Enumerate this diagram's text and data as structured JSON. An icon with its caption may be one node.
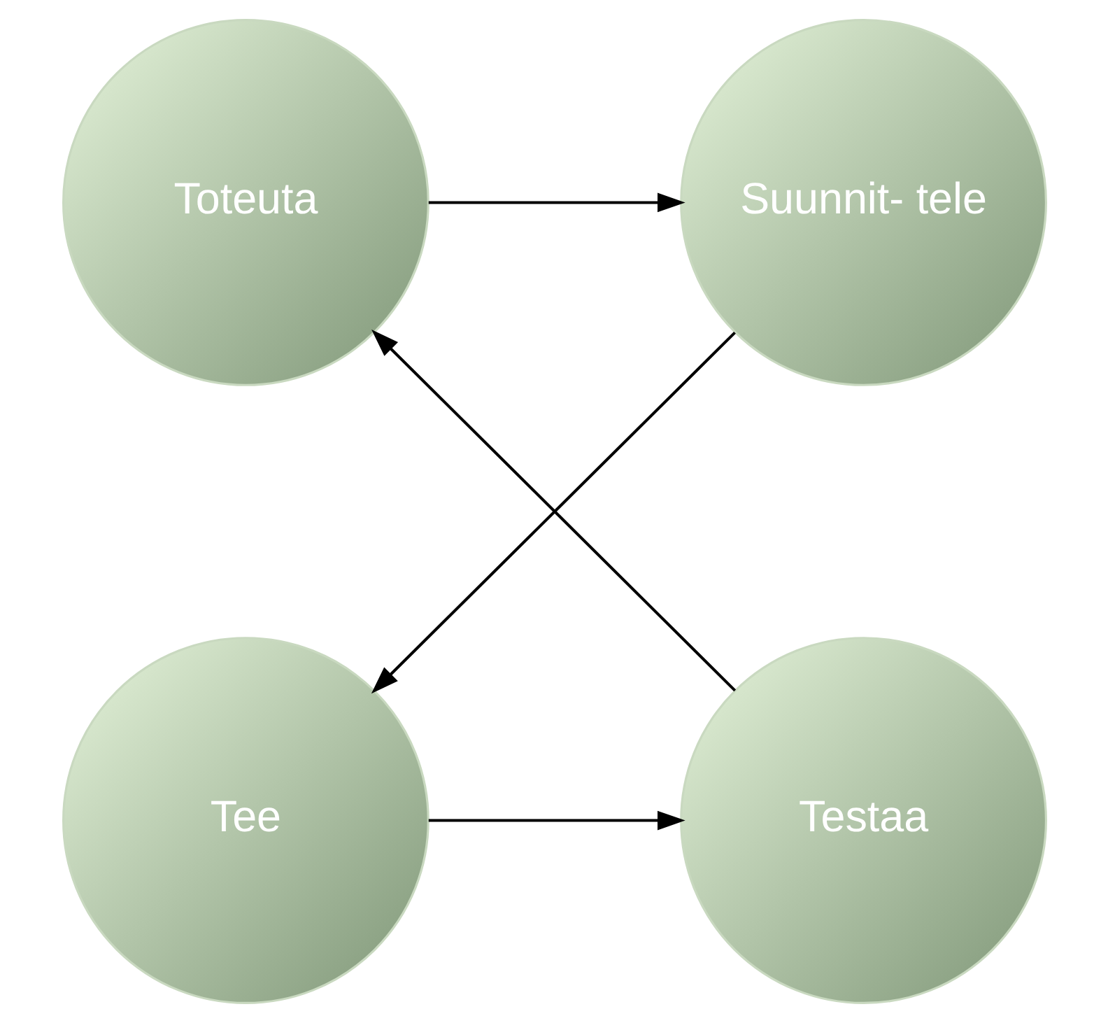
{
  "diagram": {
    "nodes": [
      {
        "text": [
          "Toteuta"
        ]
      },
      {
        "text": [
          "Suunnit- tele"
        ]
      },
      {
        "text": [
          "Tee"
        ]
      },
      {
        "text": [
          "Testaa"
        ]
      }
    ],
    "edges": [
      {
        "from": 0,
        "to": 1,
        "arrow": "to"
      },
      {
        "from": 1,
        "to": 2,
        "arrow": "to"
      },
      {
        "from": 2,
        "to": 3,
        "arrow": "to"
      },
      {
        "from": 3,
        "to": 0,
        "arrow": "to"
      }
    ]
  }
}
